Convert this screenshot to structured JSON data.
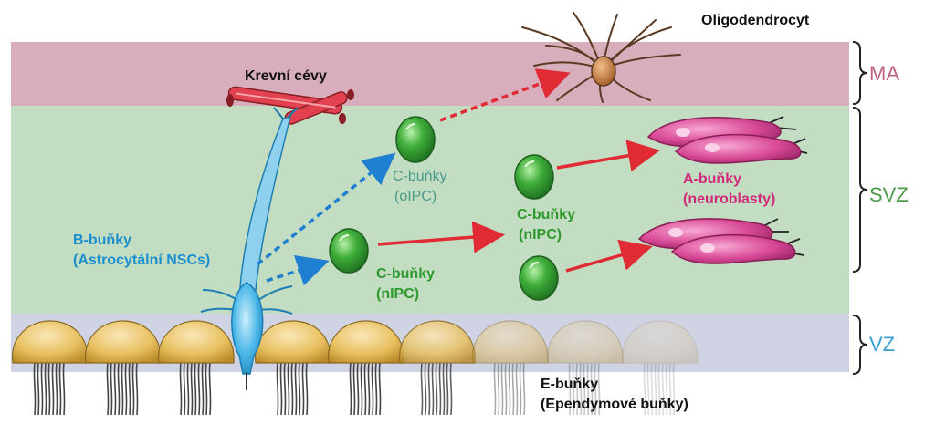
{
  "layers": {
    "ma": {
      "label": "MA",
      "color": "#c0637e"
    },
    "svz": {
      "label": "SVZ",
      "color": "#4e9a4c"
    },
    "vz": {
      "label": "VZ",
      "color": "#3a9fd0"
    }
  },
  "cells": {
    "oligodendrocyte": "Oligodendrocyt",
    "blood_vessels": "Krevní cévy",
    "b_cells": {
      "line1": "B-buňky",
      "line2": "(Astrocytální NSCs)"
    },
    "c_cells_opc": {
      "line1": "C-buňky",
      "line2": "(oIPC)"
    },
    "c_cells_npc_left": {
      "line1": "C-buňky",
      "line2": "(nIPC)"
    },
    "c_cells_npc_mid": {
      "line1": "C-buňky",
      "line2": "(nIPC)"
    },
    "a_cells": {
      "line1": "A-buňky",
      "line2": "(neuroblasty)"
    },
    "e_cells": {
      "line1": "E-buňky",
      "line2": "(Ependymové buňky)"
    }
  },
  "colors": {
    "b_label": "#1a8fd0",
    "c_label": "#2e9a2e",
    "c_opc_label": "#4a9a8a",
    "a_label": "#d02a7a",
    "arrow_red": "#e02b35",
    "arrow_blue": "#1f7fd0"
  }
}
